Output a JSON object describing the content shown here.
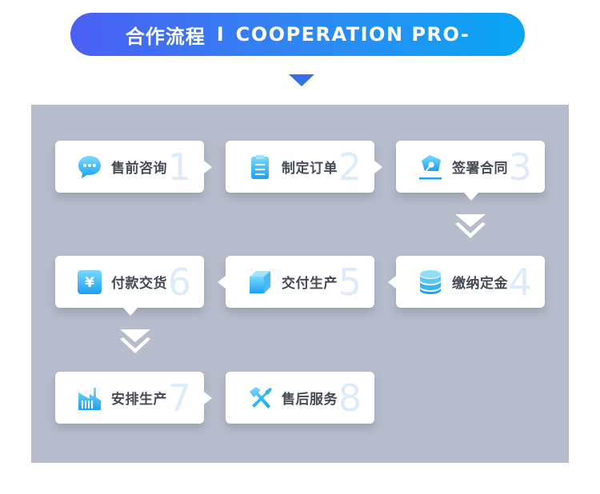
{
  "header": {
    "title_cn": "合作流程",
    "separator": "I",
    "title_en": "COOPERATION PRO-",
    "gradient": [
      "#4a5ff5",
      "#0aa6f4"
    ],
    "pointer_color": "#3470e8"
  },
  "panel": {
    "background": "#b6bccb"
  },
  "steps": [
    {
      "number": "1",
      "label": "售前咨询",
      "icon": "chat-bubble-icon"
    },
    {
      "number": "2",
      "label": "制定订单",
      "icon": "clipboard-icon"
    },
    {
      "number": "3",
      "label": "签署合同",
      "icon": "pen-nib-icon"
    },
    {
      "number": "4",
      "label": "缴纳定金",
      "icon": "coin-stack-icon"
    },
    {
      "number": "5",
      "label": "交付生产",
      "icon": "cube-icon"
    },
    {
      "number": "6",
      "label": "付款交货",
      "icon": "yen-icon"
    },
    {
      "number": "7",
      "label": "安排生产",
      "icon": "factory-icon"
    },
    {
      "number": "8",
      "label": "售后服务",
      "icon": "tools-icon"
    }
  ],
  "colors": {
    "icon_gradient": [
      "#7ad8fb",
      "#1aa0f5"
    ],
    "number_color": "#dcebfb",
    "label_color": "#444a55"
  }
}
